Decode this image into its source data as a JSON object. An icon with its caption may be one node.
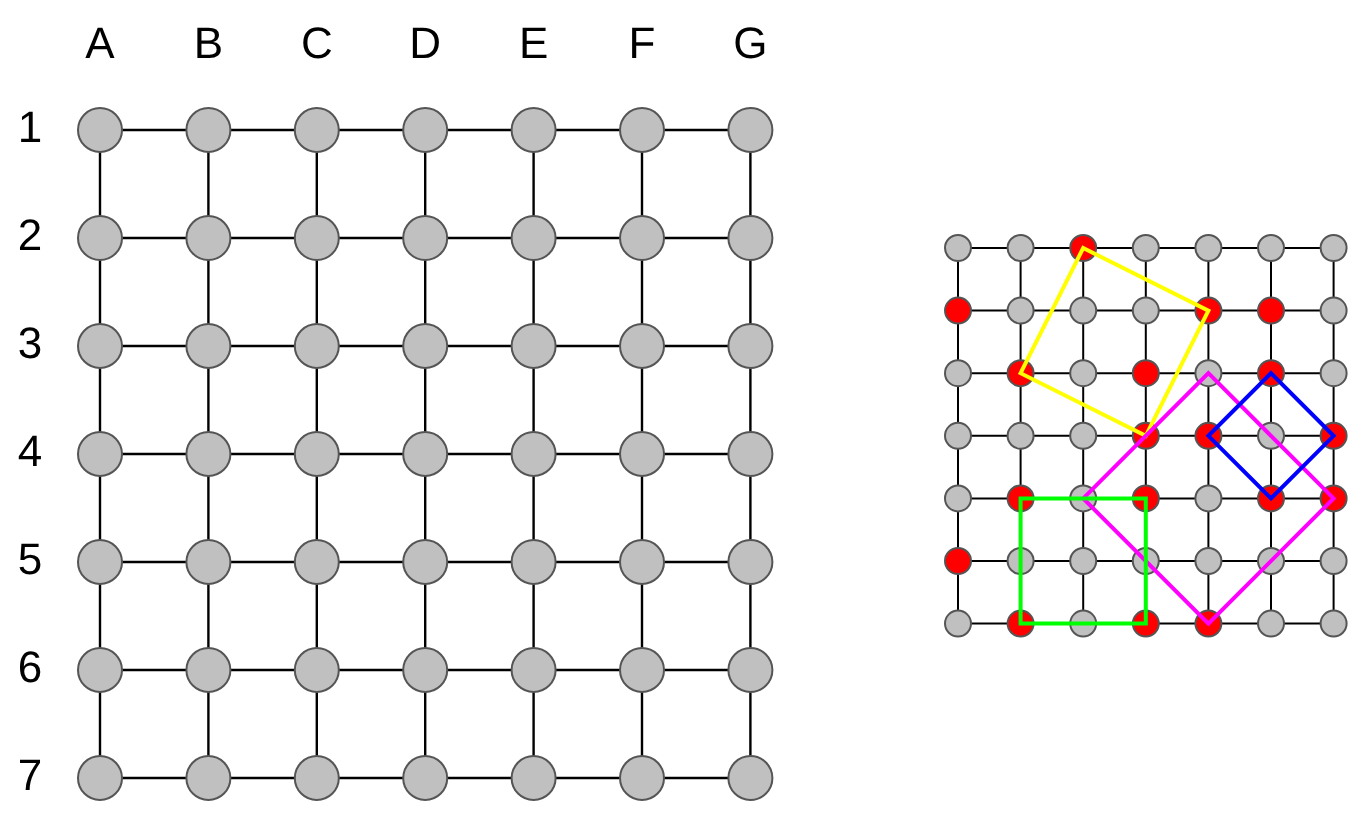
{
  "diagram": {
    "labels": [
      "A",
      "B",
      "C",
      "D",
      "E",
      "F",
      "G",
      "1",
      "2",
      "3",
      "4",
      "5",
      "6",
      "7"
    ]
  }
}
